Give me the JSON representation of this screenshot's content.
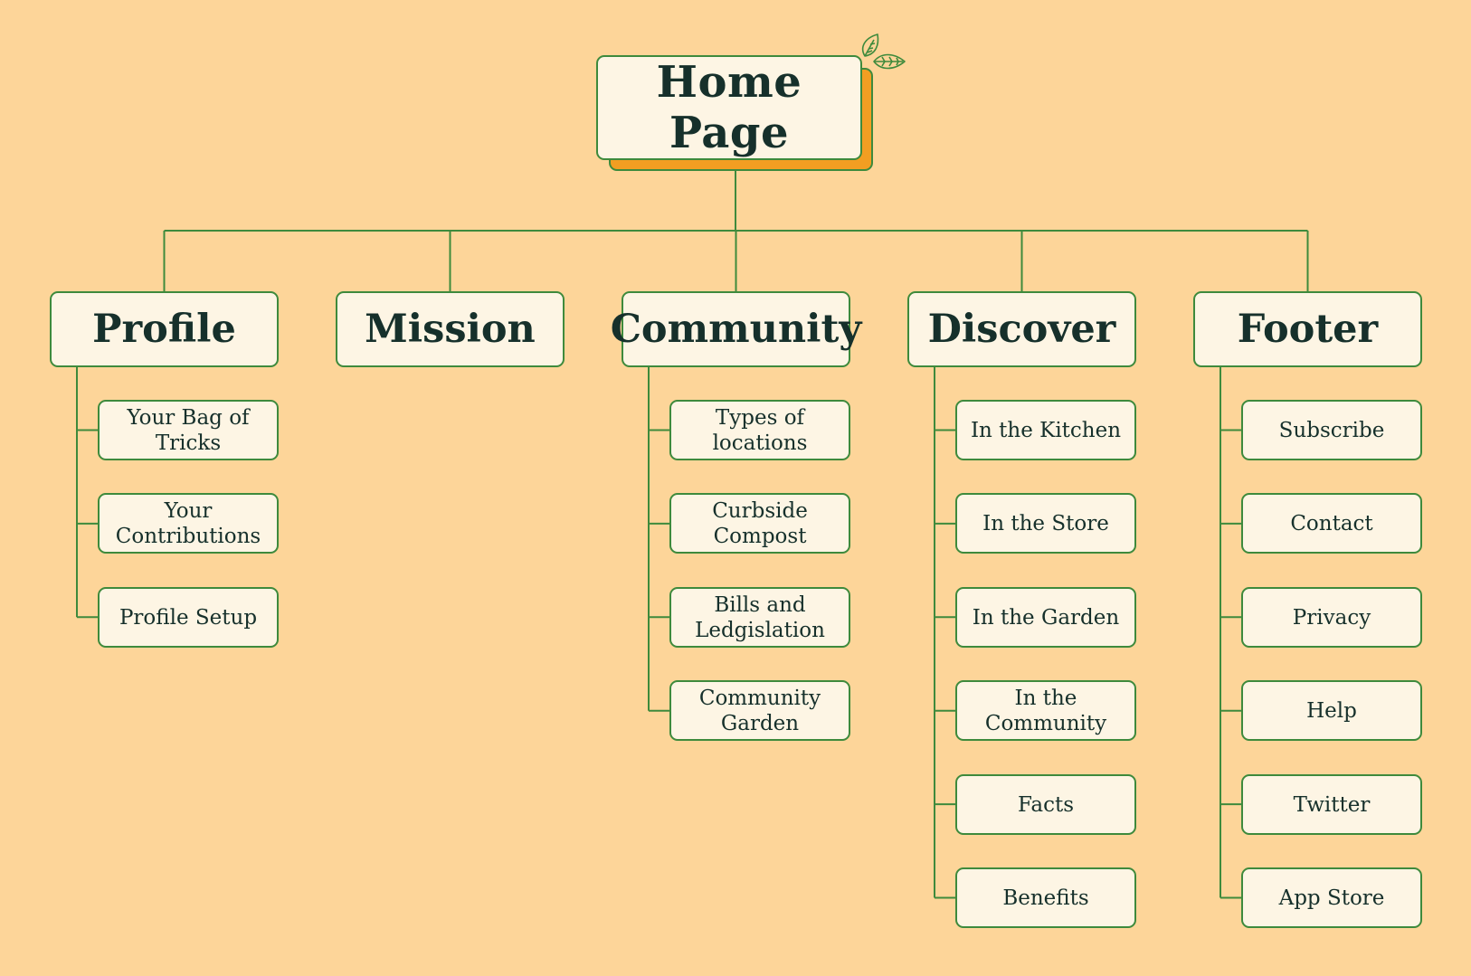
{
  "root": {
    "label": "Home Page"
  },
  "colors": {
    "background": "#fdd599",
    "box_fill": "#fdf5e4",
    "line": "#3e8a3c",
    "shadow": "#f29e22",
    "text": "#16302b"
  },
  "icons": {
    "decoration": "leaves-icon"
  },
  "sections": [
    {
      "label": "Profile",
      "children": [
        "Your Bag of\nTricks",
        "Your\nContributions",
        "Profile Setup"
      ]
    },
    {
      "label": "Mission",
      "children": []
    },
    {
      "label": "Community",
      "children": [
        "Types of\nlocations",
        "Curbside\nCompost",
        "Bills and\nLedgislation",
        "Community\nGarden"
      ]
    },
    {
      "label": "Discover",
      "children": [
        "In the Kitchen",
        "In the Store",
        "In the Garden",
        "In the\nCommunity",
        "Facts",
        "Benefits"
      ]
    },
    {
      "label": "Footer",
      "children": [
        "Subscribe",
        "Contact",
        "Privacy",
        "Help",
        "Twitter",
        "App Store"
      ]
    }
  ]
}
